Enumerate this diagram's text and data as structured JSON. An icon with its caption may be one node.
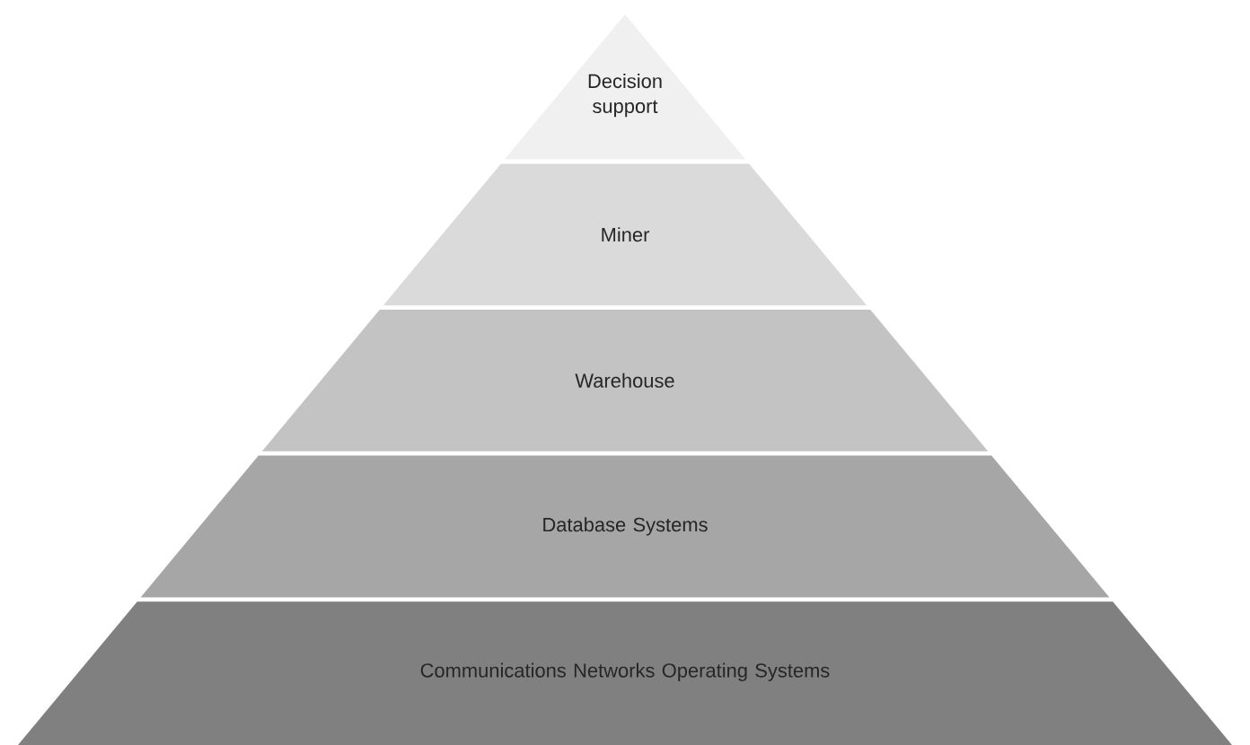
{
  "diagram": {
    "nodes": [
      {
        "text": [
          "Decision support"
        ]
      },
      {
        "text": [
          "Miner"
        ]
      },
      {
        "text": [
          "Warehouse"
        ]
      },
      {
        "text": [
          "Database Systems"
        ]
      },
      {
        "text": [
          "Communications Networks Operating Systems"
        ]
      }
    ]
  }
}
